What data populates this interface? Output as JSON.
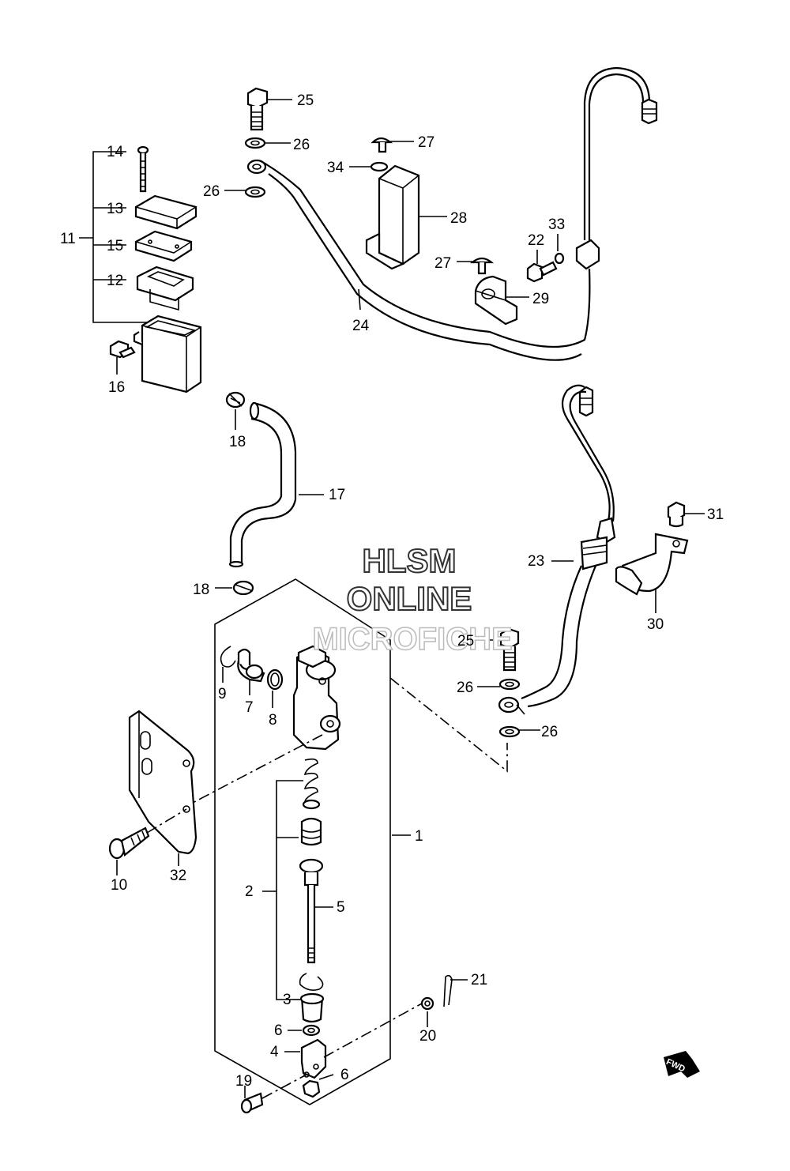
{
  "watermark": {
    "line1": "HLSM",
    "line2": "ONLINE",
    "line3": "MICROFICHE"
  },
  "fwd_badge": "FWD",
  "labels": [
    {
      "id": "l1",
      "text": "1"
    },
    {
      "id": "l2",
      "text": "2"
    },
    {
      "id": "l3",
      "text": "3"
    },
    {
      "id": "l4",
      "text": "4"
    },
    {
      "id": "l5",
      "text": "5"
    },
    {
      "id": "l6a",
      "text": "6"
    },
    {
      "id": "l6b",
      "text": "6"
    },
    {
      "id": "l7",
      "text": "7"
    },
    {
      "id": "l8",
      "text": "8"
    },
    {
      "id": "l9",
      "text": "9"
    },
    {
      "id": "l10",
      "text": "10"
    },
    {
      "id": "l11",
      "text": "11"
    },
    {
      "id": "l12",
      "text": "12"
    },
    {
      "id": "l13",
      "text": "13"
    },
    {
      "id": "l14",
      "text": "14"
    },
    {
      "id": "l15",
      "text": "15"
    },
    {
      "id": "l16",
      "text": "16"
    },
    {
      "id": "l17",
      "text": "17"
    },
    {
      "id": "l18a",
      "text": "18"
    },
    {
      "id": "l18b",
      "text": "18"
    },
    {
      "id": "l19",
      "text": "19"
    },
    {
      "id": "l20",
      "text": "20"
    },
    {
      "id": "l21",
      "text": "21"
    },
    {
      "id": "l22",
      "text": "22"
    },
    {
      "id": "l23",
      "text": "23"
    },
    {
      "id": "l24",
      "text": "24"
    },
    {
      "id": "l25a",
      "text": "25"
    },
    {
      "id": "l25b",
      "text": "25"
    },
    {
      "id": "l26a",
      "text": "26"
    },
    {
      "id": "l26b",
      "text": "26"
    },
    {
      "id": "l26c",
      "text": "26"
    },
    {
      "id": "l26d",
      "text": "26"
    },
    {
      "id": "l27a",
      "text": "27"
    },
    {
      "id": "l27b",
      "text": "27"
    },
    {
      "id": "l28",
      "text": "28"
    },
    {
      "id": "l29",
      "text": "29"
    },
    {
      "id": "l30",
      "text": "30"
    },
    {
      "id": "l31",
      "text": "31"
    },
    {
      "id": "l32",
      "text": "32"
    },
    {
      "id": "l33",
      "text": "33"
    },
    {
      "id": "l34",
      "text": "34"
    }
  ]
}
